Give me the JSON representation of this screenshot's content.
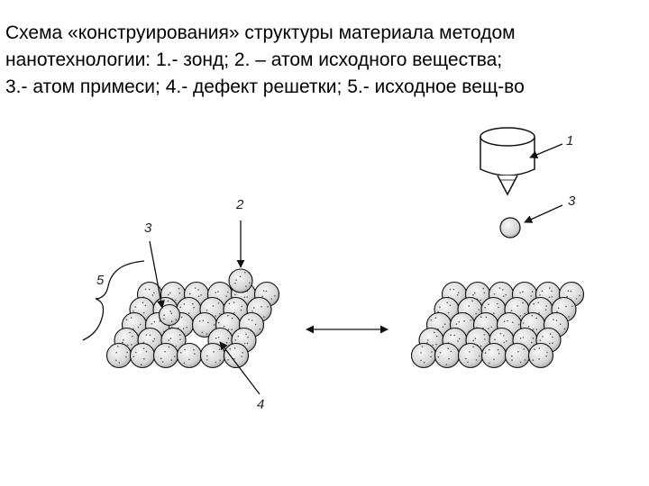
{
  "caption": {
    "line1": "Схема «конструирования» структуры материала методом",
    "line2": "нанотехнологии: 1.- зонд; 2. – атом исходного вещества;",
    "line3": "3.-  атом примеси; 4.-  дефект решетки; 5.- исходное вещ-во"
  },
  "labels": {
    "probe": "1",
    "impurity_right": "3",
    "source_atom": "2",
    "impurity_left": "3",
    "source_material": "5",
    "defect": "4"
  },
  "colors": {
    "atom_fill": "#e4e4e4",
    "atom_stroke": "#111111",
    "line": "#111111"
  }
}
